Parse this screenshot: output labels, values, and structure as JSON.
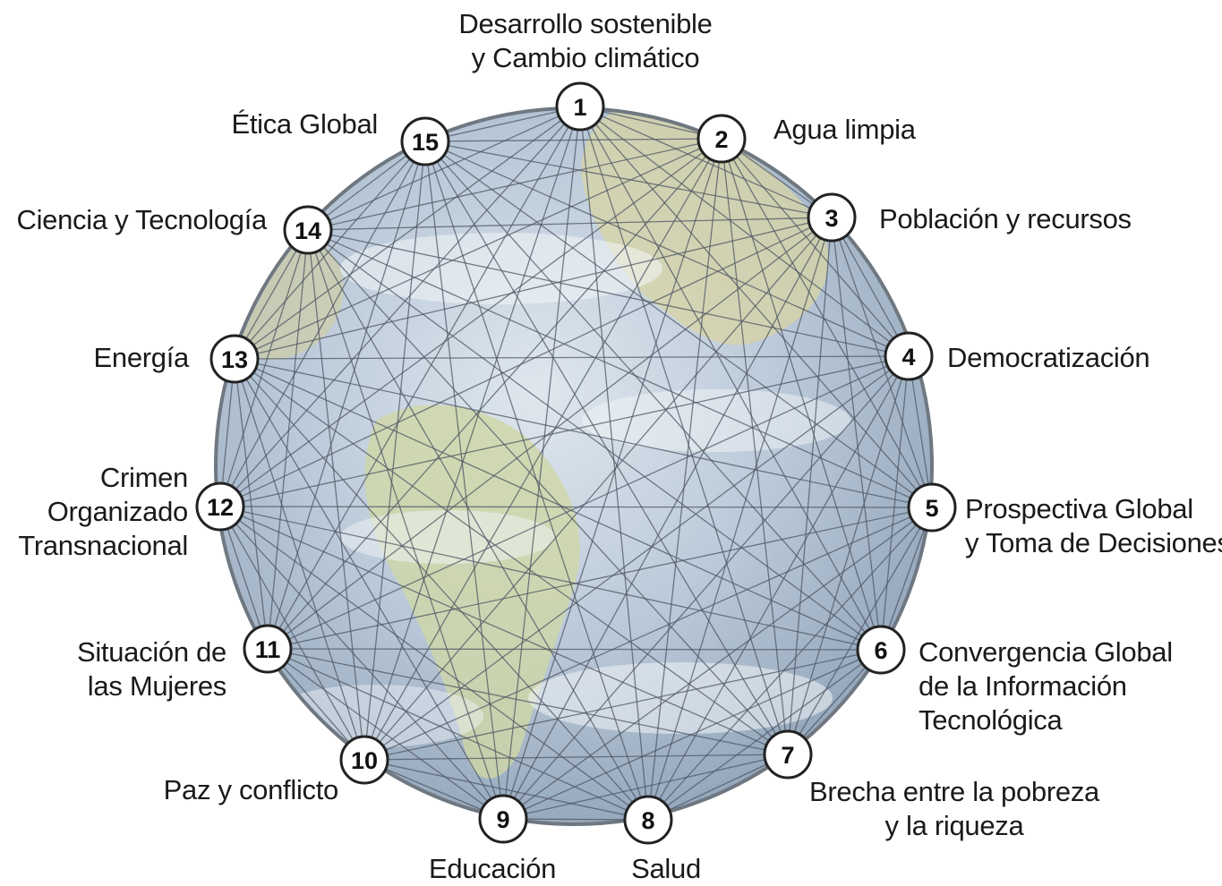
{
  "nodes": [
    {
      "num": "1",
      "label": [
        "Desarrollo sostenible",
        "y Cambio climático"
      ]
    },
    {
      "num": "2",
      "label": [
        "Agua limpia"
      ]
    },
    {
      "num": "3",
      "label": [
        "Población y recursos"
      ]
    },
    {
      "num": "4",
      "label": [
        "Democratización"
      ]
    },
    {
      "num": "5",
      "label": [
        "Prospectiva Global",
        "y Toma de Decisiones"
      ]
    },
    {
      "num": "6",
      "label": [
        "Convergencia Global",
        "de la Información",
        "Tecnológica"
      ]
    },
    {
      "num": "7",
      "label": [
        "Brecha entre la pobreza",
        "y la riqueza"
      ]
    },
    {
      "num": "8",
      "label": [
        "Salud"
      ]
    },
    {
      "num": "9",
      "label": [
        "Educación"
      ]
    },
    {
      "num": "10",
      "label": [
        "Paz y conflicto"
      ]
    },
    {
      "num": "11",
      "label": [
        "Situación de",
        "las Mujeres"
      ]
    },
    {
      "num": "12",
      "label": [
        "Crimen",
        "Organizado",
        "Transnacional"
      ]
    },
    {
      "num": "13",
      "label": [
        "Energía"
      ]
    },
    {
      "num": "14",
      "label": [
        "Ciencia y Tecnología"
      ]
    },
    {
      "num": "15",
      "label": [
        "Ética Global"
      ]
    }
  ],
  "connections": "all-to-all",
  "colors": {
    "globe_ocean": "#b9c8d8",
    "globe_land": "#c9d3a6",
    "link_line": "#4d5563",
    "node_fill": "#ffffff",
    "node_stroke": "#222222"
  }
}
